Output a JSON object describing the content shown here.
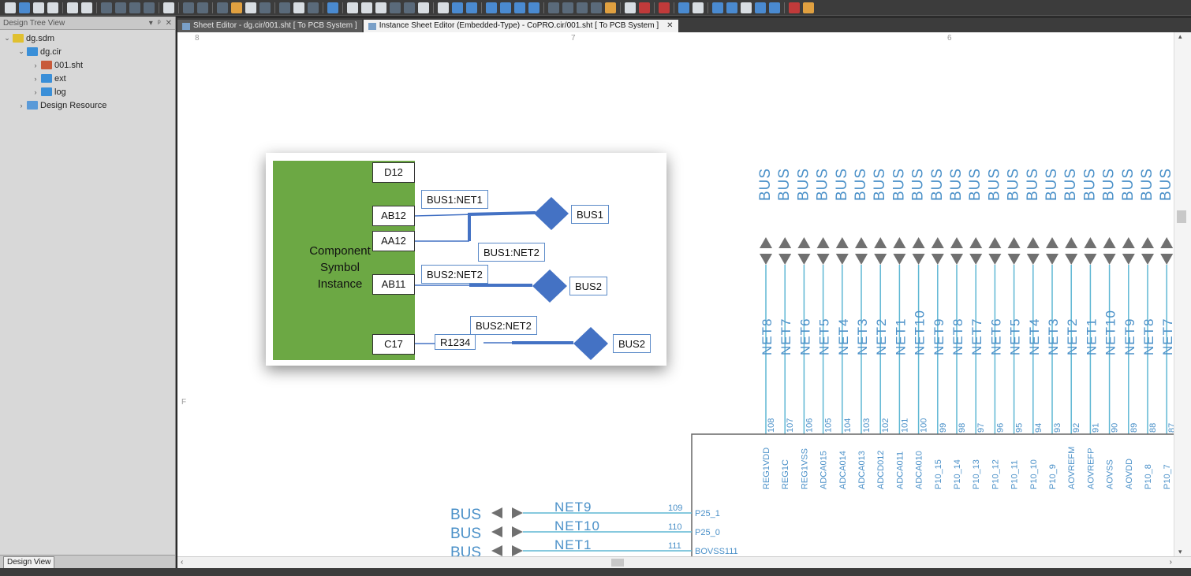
{
  "design_tree": {
    "title": "Design Tree View",
    "items": [
      {
        "label": "dg.sdm"
      },
      {
        "label": "dg.cir"
      },
      {
        "label": "001.sht"
      },
      {
        "label": "ext"
      },
      {
        "label": "log"
      },
      {
        "label": "Design Resource"
      }
    ],
    "footer_tab": "Design View"
  },
  "tabs": [
    {
      "label": "Sheet Editor - dg.cir/001.sht [ To PCB System ]"
    },
    {
      "label": "Instance Sheet Editor (Embedded-Type) - CoPRO.cir/001.sht [ To PCB System ]"
    }
  ],
  "rulers": {
    "top": [
      "8",
      "7",
      "6"
    ],
    "left": "F"
  },
  "inset": {
    "component_label_lines": [
      "Component",
      "Symbol",
      "Instance"
    ],
    "pins": [
      "D12",
      "AB12",
      "AA12",
      "AB11",
      "C17"
    ],
    "labels": {
      "bus1_net1": "BUS1:NET1",
      "bus1_net2": "BUS1:NET2",
      "bus2_net2_a": "BUS2:NET2",
      "bus2_net2_b": "BUS2:NET2",
      "r1234": "R1234",
      "bus1": "BUS1",
      "bus2_a": "BUS2",
      "bus2_b": "BUS2"
    },
    "colors": {
      "component": "#6ca844",
      "bus": "#4472c4"
    }
  },
  "schematic": {
    "bus_word": "BUS",
    "vertical_nets": [
      "NET8",
      "NET7",
      "NET6",
      "NET5",
      "NET4",
      "NET3",
      "NET2",
      "NET1",
      "NET10",
      "NET9",
      "NET8",
      "NET7",
      "NET6",
      "NET5",
      "NET4",
      "NET3",
      "NET2",
      "NET1",
      "NET10",
      "NET9",
      "NET8",
      "NET7"
    ],
    "pin_numbers": [
      "108",
      "107",
      "106",
      "105",
      "104",
      "103",
      "102",
      "101",
      "100",
      "99",
      "98",
      "97",
      "96",
      "95",
      "94",
      "93",
      "92",
      "91",
      "90",
      "89",
      "88",
      "87"
    ],
    "pin_names": [
      "REG1VDD",
      "REG1C",
      "REG1VSS",
      "ADCA015",
      "ADCA014",
      "ADCA013",
      "ADCD012",
      "ADCA011",
      "ADCA010",
      "P10_15",
      "P10_14",
      "P10_13",
      "P10_12",
      "P10_11",
      "P10_10",
      "P10_9",
      "AOVREFM",
      "AOVREFP",
      "AOVSS",
      "AOVDD",
      "P10_8",
      "P10_7"
    ],
    "horizontal": [
      {
        "net": "NET9",
        "num": "109",
        "pin": "P25_1"
      },
      {
        "net": "NET10",
        "num": "110",
        "pin": "P25_0"
      },
      {
        "net": "NET1",
        "num": "111",
        "pin": "BOVSS111"
      }
    ],
    "colors": {
      "wire": "#5fb7d4",
      "text": "#4a90c8",
      "arrow": "#707070"
    }
  }
}
